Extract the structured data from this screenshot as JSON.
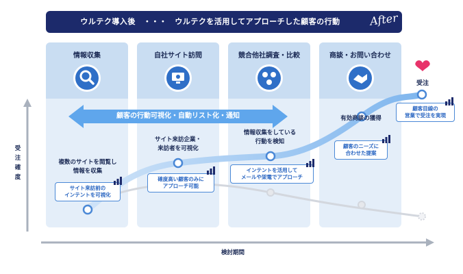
{
  "header": {
    "title": "ウルテク導入後　・・・　ウルテクを活用してアプローチした顧客の行動",
    "after_script": "After"
  },
  "columns": [
    {
      "title": "情報収集",
      "icon": "magnifier-icon"
    },
    {
      "title": "自社サイト訪問",
      "icon": "monitor-icon"
    },
    {
      "title": "競合他社調査・比較",
      "icon": "compare-icon"
    },
    {
      "title": "商談・お問い合わせ",
      "icon": "handshake-icon"
    }
  ],
  "banner_arrow": "顧客の行動可視化・自動リスト化・通知",
  "y_axis_label": "受注確度",
  "x_axis_label": "検討期間",
  "steps": [
    {
      "label": "複数のサイトを閲覧し\n情報を収集",
      "callout": "サイト来訪前の\nインテントを可視化"
    },
    {
      "label": "サイト来訪企業・\n来訪者を可視化",
      "callout": "確度高い顧客のみに\nアプローチ可能"
    },
    {
      "label": "情報収集をしている\n行動を検知",
      "callout": "インテントを活用して\nメールや架電でアプローチ"
    },
    {
      "label": "有効商談の獲得",
      "callout": "顧客のニーズに\n合わせた提案"
    }
  ],
  "order": {
    "label": "受注",
    "callout": "顧客目線の\n営業で受注を実現"
  },
  "colors": {
    "navy": "#1c2a6b",
    "accent": "#4a88d6",
    "column": "#e4eef9",
    "heart": "#e8336a"
  }
}
